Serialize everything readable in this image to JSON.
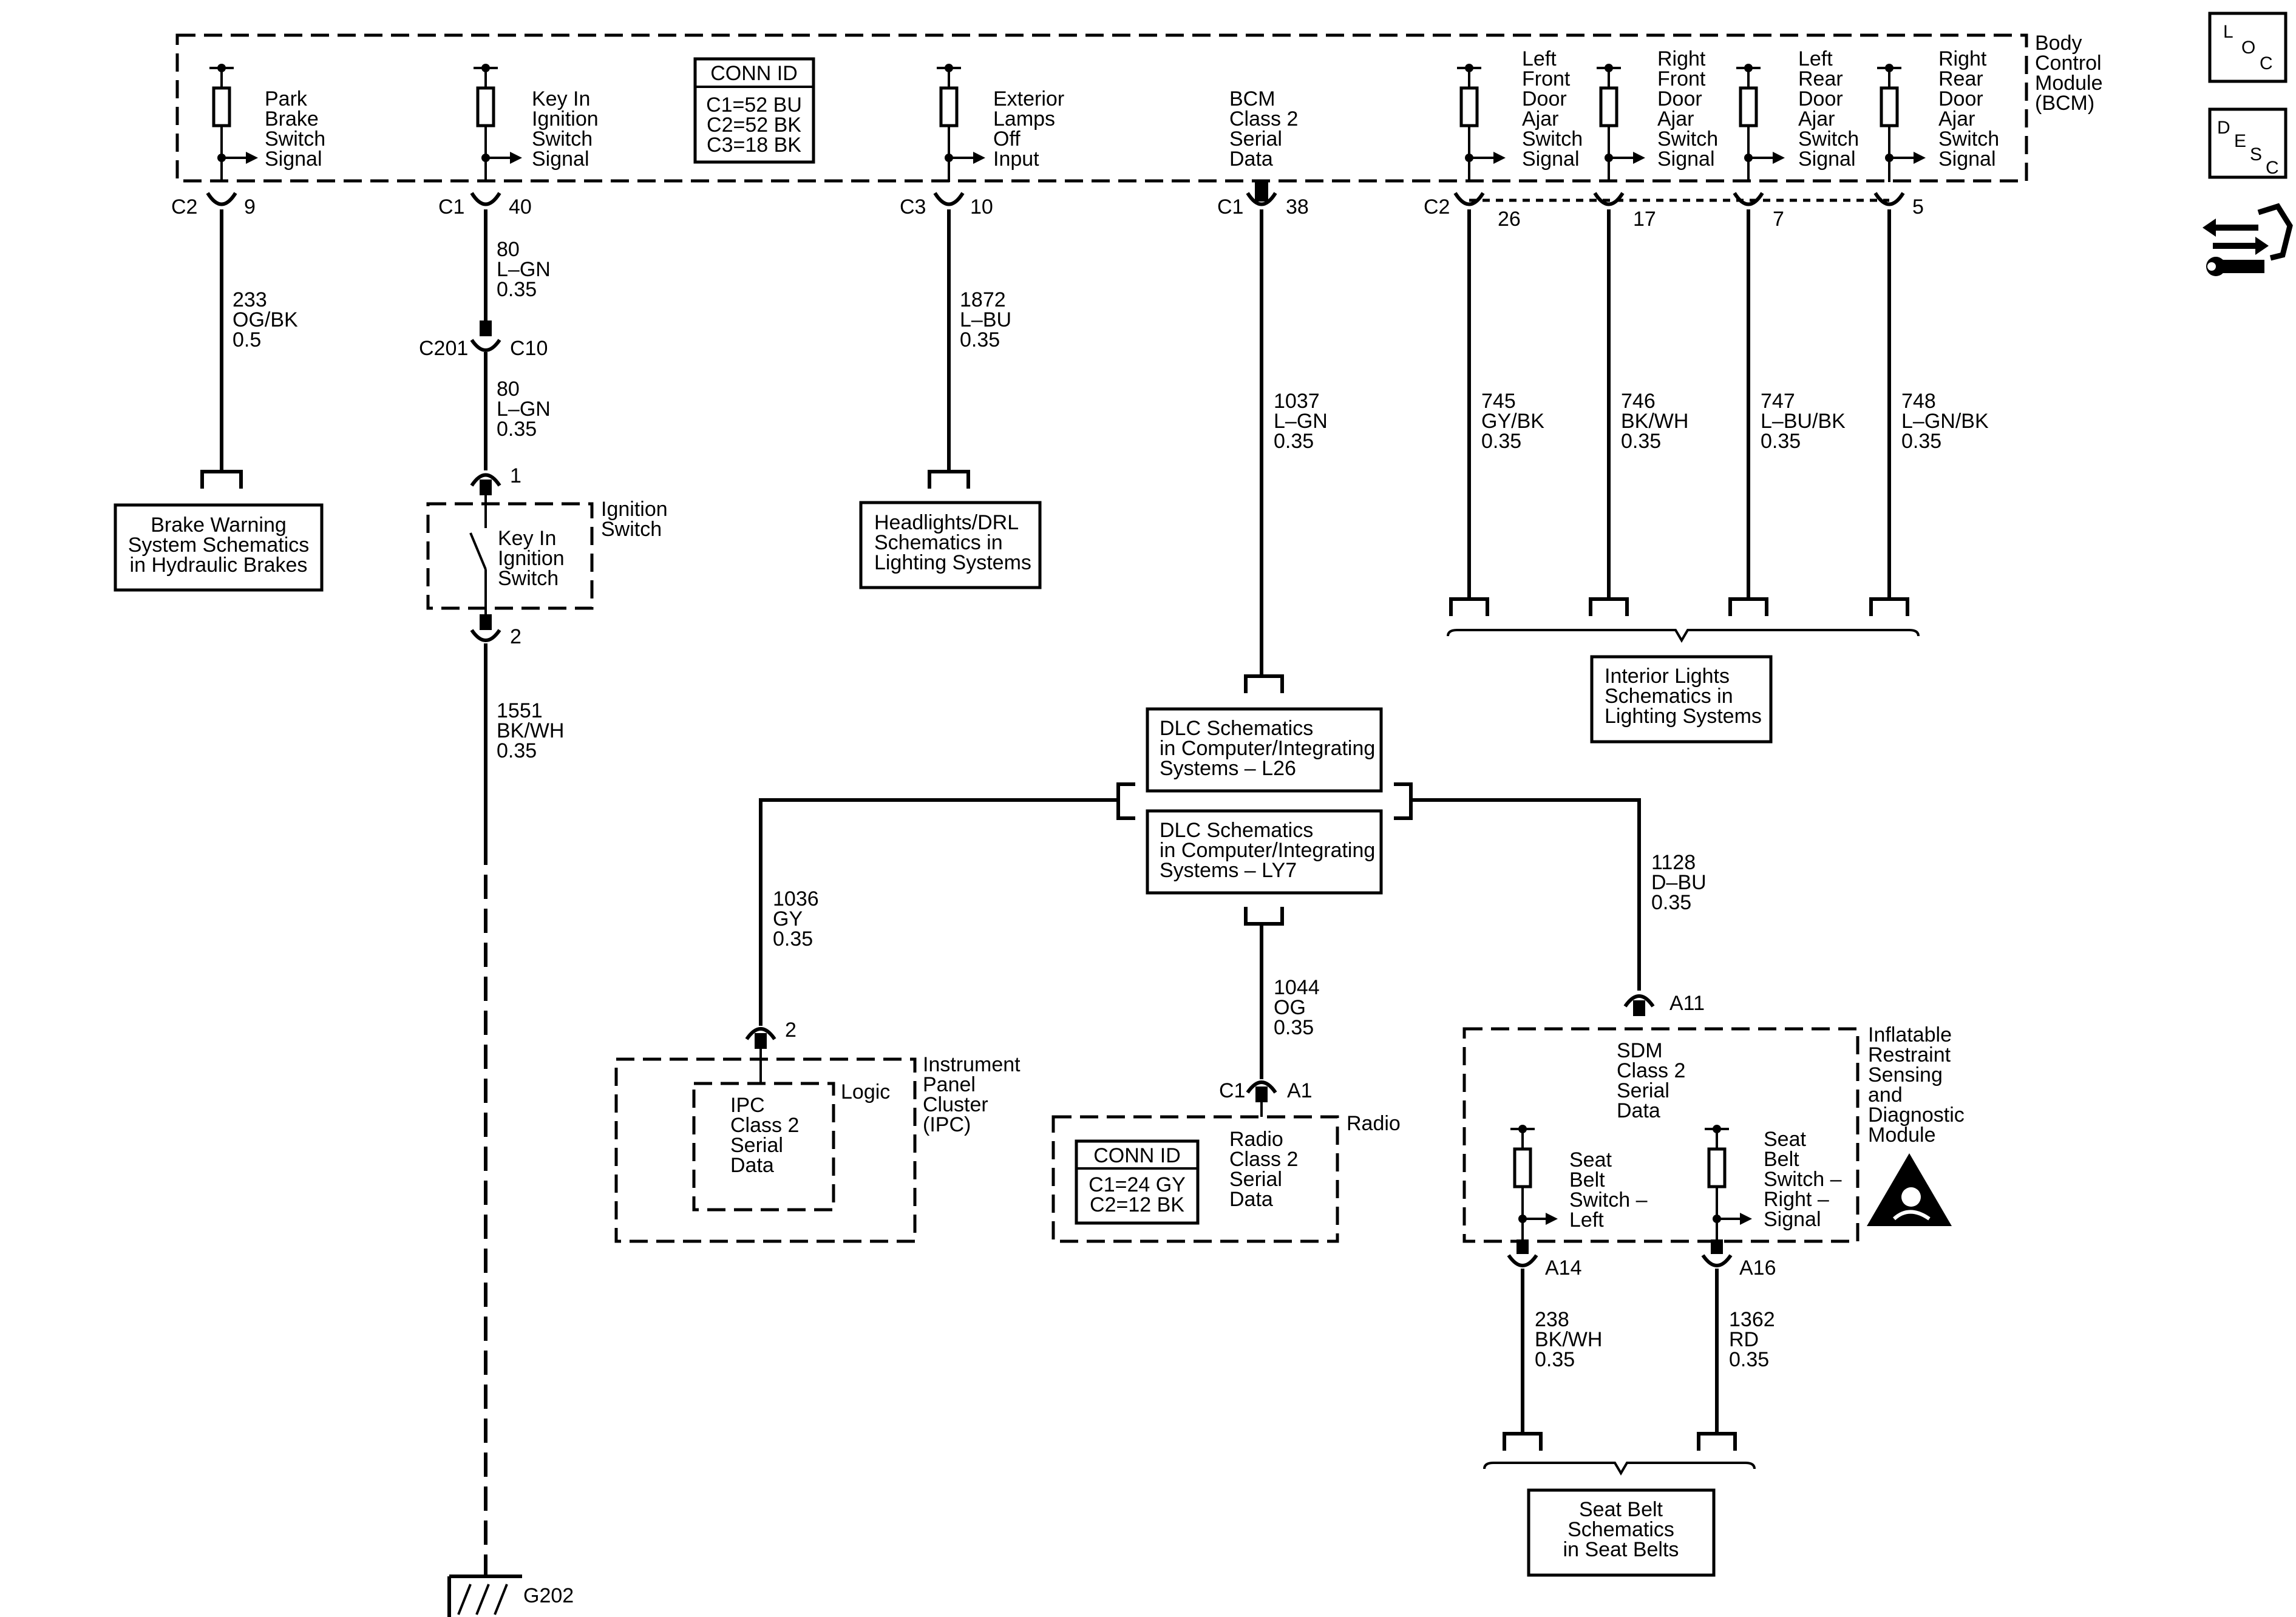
{
  "side_icons": {
    "loc": [
      "L",
      "O",
      "C"
    ],
    "desc": [
      "D",
      "E",
      "S",
      "C"
    ]
  },
  "bcm": {
    "name": [
      "Body",
      "Control",
      "Module",
      "(BCM)"
    ],
    "conn_id": {
      "title": "CONN ID",
      "lines": [
        "C1=52 BU",
        "C2=52 BK",
        "C3=18 BK"
      ]
    },
    "signals": {
      "park_brake": [
        "Park",
        "Brake",
        "Switch",
        "Signal"
      ],
      "key_in": [
        "Key In",
        "Ignition",
        "Switch",
        "Signal"
      ],
      "exterior": [
        "Exterior",
        "Lamps",
        "Off",
        "Input"
      ],
      "serial": [
        "BCM",
        "Class 2",
        "Serial",
        "Data"
      ],
      "lf": [
        "Left",
        "Front",
        "Door",
        "Ajar",
        "Switch",
        "Signal"
      ],
      "rf": [
        "Right",
        "Front",
        "Door",
        "Ajar",
        "Switch",
        "Signal"
      ],
      "lr": [
        "Left",
        "Rear",
        "Door",
        "Ajar",
        "Switch",
        "Signal"
      ],
      "rr": [
        "Right",
        "Rear",
        "Door",
        "Ajar",
        "Switch",
        "Signal"
      ]
    },
    "pins": {
      "c2": "C2",
      "p9": "9",
      "c1a": "C1",
      "p40": "40",
      "c3": "C3",
      "p10": "10",
      "c1b": "C1",
      "p38": "38",
      "c2b": "C2",
      "p26": "26",
      "p17": "17",
      "p7": "7",
      "p5": "5"
    }
  },
  "wires": {
    "w233": [
      "233",
      "OG/BK",
      "0.5"
    ],
    "w80a": [
      "80",
      "L–GN",
      "0.35"
    ],
    "w80b": [
      "80",
      "L–GN",
      "0.35"
    ],
    "w1551": [
      "1551",
      "BK/WH",
      "0.35"
    ],
    "w1872": [
      "1872",
      "L–BU",
      "0.35"
    ],
    "w1037": [
      "1037",
      "L–GN",
      "0.35"
    ],
    "w745": [
      "745",
      "GY/BK",
      "0.35"
    ],
    "w746": [
      "746",
      "BK/WH",
      "0.35"
    ],
    "w747": [
      "747",
      "L–BU/BK",
      "0.35"
    ],
    "w748": [
      "748",
      "L–GN/BK",
      "0.35"
    ],
    "w1036": [
      "1036",
      "GY",
      "0.35"
    ],
    "w1044": [
      "1044",
      "OG",
      "0.35"
    ],
    "w1128": [
      "1128",
      "D–BU",
      "0.35"
    ],
    "w238": [
      "238",
      "BK/WH",
      "0.35"
    ],
    "w1362": [
      "1362",
      "RD",
      "0.35"
    ]
  },
  "inline_conn": {
    "left": "C201",
    "right": "C10"
  },
  "ignition": {
    "pin1": "1",
    "pin2": "2",
    "inner": [
      "Key In",
      "Ignition",
      "Switch"
    ],
    "outer": [
      "Ignition",
      "Switch"
    ]
  },
  "ground": "G202",
  "refs": {
    "brake": [
      "Brake Warning",
      "System Schematics",
      "in Hydraulic Brakes"
    ],
    "headlights": [
      "Headlights/DRL",
      "Schematics in",
      "Lighting Systems"
    ],
    "interior": [
      "Interior Lights",
      "Schematics in",
      "Lighting Systems"
    ],
    "dlc_l26": [
      "DLC Schematics",
      "in Computer/Integrating",
      "Systems – L26"
    ],
    "dlc_ly7": [
      "DLC Schematics",
      "in Computer/Integrating",
      "Systems – LY7"
    ],
    "seatbelt": [
      "Seat Belt",
      "Schematics",
      "in Seat Belts"
    ]
  },
  "ipc": {
    "pin": "2",
    "name": [
      "Instrument",
      "Panel",
      "Cluster",
      "(IPC)"
    ],
    "logic": "Logic",
    "inner": [
      "IPC",
      "Class 2",
      "Serial",
      "Data"
    ]
  },
  "radio": {
    "conn": "C1",
    "pin": "A1",
    "name": "Radio",
    "conn_id": {
      "title": "CONN ID",
      "lines": [
        "C1=24 GY",
        "C2=12 BK"
      ]
    },
    "inner": [
      "Radio",
      "Class 2",
      "Serial",
      "Data"
    ]
  },
  "sdm": {
    "pin_a11": "A11",
    "pin_a14": "A14",
    "pin_a16": "A16",
    "name": [
      "Inflatable",
      "Restraint",
      "Sensing",
      "and",
      "Diagnostic",
      "Module"
    ],
    "serial": [
      "SDM",
      "Class 2",
      "Serial",
      "Data"
    ],
    "left": [
      "Seat",
      "Belt",
      "Switch –",
      "Left"
    ],
    "right": [
      "Seat",
      "Belt",
      "Switch –",
      "Right –",
      "Signal"
    ]
  }
}
